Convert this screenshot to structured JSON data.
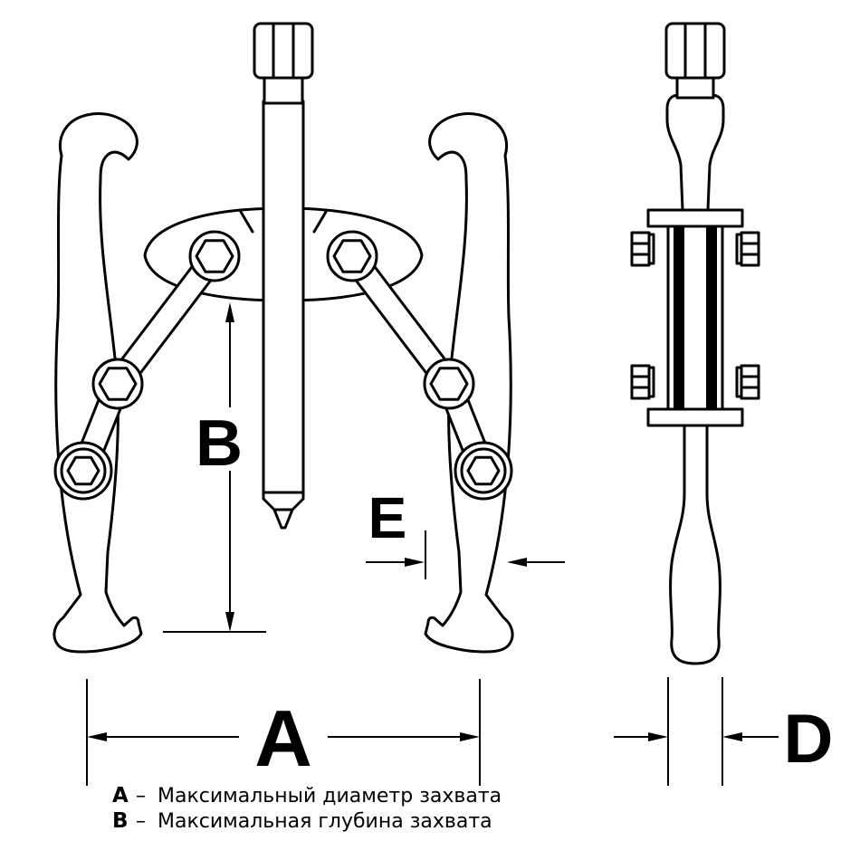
{
  "figure": {
    "type": "technical-drawing",
    "subject": "Two-jaw gear puller, front and side views with dimension callouts",
    "colors": {
      "line": "#000000",
      "background": "#ffffff"
    },
    "dimensions": {
      "a": "A",
      "b": "B",
      "d": "D",
      "e": "E"
    },
    "legend": {
      "items": [
        {
          "key": "A",
          "separator": "–",
          "description": "Максимальный диаметр захвата"
        },
        {
          "key": "B",
          "separator": "–",
          "description": "Максимальная глубина захвата"
        }
      ]
    }
  }
}
